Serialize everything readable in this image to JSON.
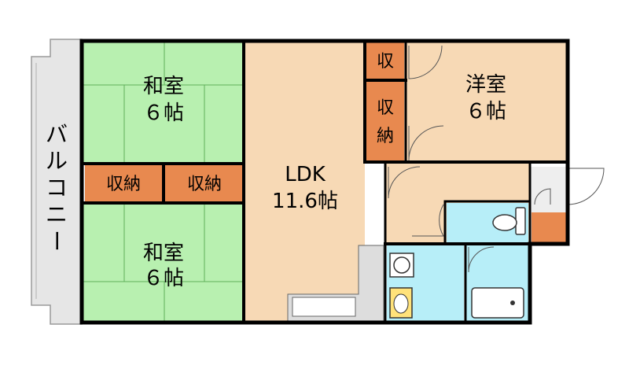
{
  "balcony": {
    "label": [
      "バ",
      "ル",
      "コ",
      "ニ",
      "ー"
    ]
  },
  "rooms": {
    "washitsu_top": {
      "name": "和室",
      "size": "６帖"
    },
    "washitsu_bottom": {
      "name": "和室",
      "size": "６帖"
    },
    "ldk": {
      "name": "LDK",
      "size": "11.6帖"
    },
    "youshitsu": {
      "name": "洋室",
      "size": "６帖"
    }
  },
  "storage": {
    "left": "収納",
    "mid": "収納",
    "youshitsu_small": "収",
    "youshitsu_tall": [
      "収",
      "納"
    ]
  },
  "colors": {
    "tatami": "#b8f0b0",
    "wood": "#f7d9b5",
    "storage": "#e8894f",
    "wet_area": "#b7eef8",
    "balcony": "#e0e0e0",
    "wall": "#000000"
  }
}
